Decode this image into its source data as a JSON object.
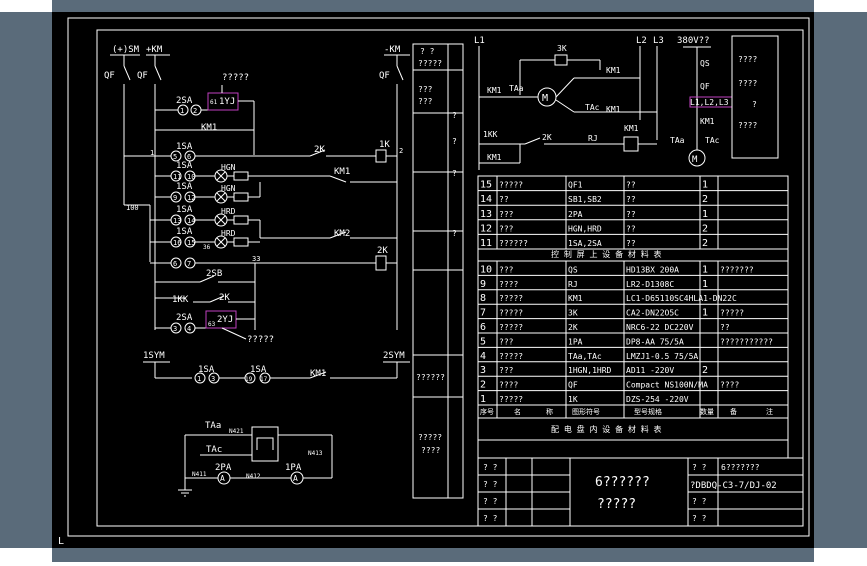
{
  "colors": {
    "background": "#000000",
    "frame_outer": "#5a6b7a",
    "line": "#ffffff",
    "highlight": "#c040c0"
  },
  "circuit": {
    "buses": [
      "(+)SM",
      "+KM",
      "-KM"
    ],
    "qf": [
      "QF",
      "QF",
      "QF"
    ],
    "q_top": "?????",
    "q_bottom": "?????",
    "sa": [
      "2SA",
      "1SA",
      "1SA",
      "1SA",
      "1SA",
      "1SA",
      "2SA"
    ],
    "terms": [
      "1",
      "2",
      "5",
      "6",
      "11",
      "10",
      "9",
      "12",
      "13",
      "14",
      "16",
      "15",
      "6",
      "7",
      "3",
      "4",
      "1",
      "3",
      "19",
      "17"
    ],
    "relays": [
      "1YJ",
      "2YJ"
    ],
    "relay_nums": [
      "61",
      "63"
    ],
    "lamps": [
      "HGN",
      "HGN",
      "HRD",
      "HRD"
    ],
    "coils": [
      "1K",
      "2K"
    ],
    "contacts": [
      "KM1",
      "KM1",
      "KM2",
      "2K",
      "2SB",
      "1KK",
      "2K",
      "KM1"
    ],
    "nums": [
      "1",
      "2",
      "100",
      "33",
      "36"
    ],
    "bot_bus": [
      "1SYM",
      "2SYM"
    ]
  },
  "meter": {
    "labels": [
      "TAa",
      "TAc",
      "2PA",
      "1PA"
    ],
    "wires": [
      "N411",
      "N421",
      "N412",
      "N413",
      "N411"
    ]
  },
  "desc_col": [
    "? ?",
    "?????",
    "???",
    "???",
    "?",
    "?",
    "?",
    "?",
    "??????",
    "?????",
    "????"
  ],
  "motor": {
    "phases": [
      "L1",
      "L2",
      "L3"
    ],
    "voltage": "380V??",
    "labels": [
      "3K",
      "KM1",
      "TAa",
      "TAc",
      "KM1",
      "KM1",
      "1KK",
      "2K",
      "RJ",
      "KM1",
      "KM1",
      "QS",
      "QF",
      "L1,L2,L3",
      "KM1",
      "TAa",
      "TAc"
    ],
    "notes": [
      "????",
      "????",
      "?",
      "????"
    ]
  },
  "control_table": {
    "rows": [
      {
        "no": "15",
        "name": "?????",
        "code": "QF1",
        "model": "??",
        "qty": "1",
        "note": ""
      },
      {
        "no": "14",
        "name": "??",
        "code": "SB1,SB2",
        "model": "??",
        "qty": "2",
        "note": ""
      },
      {
        "no": "13",
        "name": "???",
        "code": "2PA",
        "model": "??",
        "qty": "1",
        "note": ""
      },
      {
        "no": "12",
        "name": "???",
        "code": "HGN,HRD",
        "model": "??",
        "qty": "2",
        "note": ""
      },
      {
        "no": "11",
        "name": "??????",
        "code": "1SA,2SA",
        "model": "??",
        "qty": "2",
        "note": ""
      }
    ],
    "caption": "控 制 屏 上 设 备 材 料 表"
  },
  "panel_table": {
    "rows": [
      {
        "no": "10",
        "name": "???",
        "code": "QS",
        "model": "HD13BX 200A",
        "qty": "1",
        "note": "???????"
      },
      {
        "no": "9",
        "name": "????",
        "code": "RJ",
        "model": "LR2-D1308C",
        "qty": "1",
        "note": ""
      },
      {
        "no": "8",
        "name": "?????",
        "code": "KM1",
        "model": "LC1-D65110SC4HLA1-DN22C",
        "qty": "",
        "note": ""
      },
      {
        "no": "7",
        "name": "?????",
        "code": "3K",
        "model": "CA2-DN22O5C",
        "qty": "1",
        "note": "?????"
      },
      {
        "no": "6",
        "name": "?????",
        "code": "2K",
        "model": "NRC6-22 DC220V",
        "qty": "",
        "note": "??"
      },
      {
        "no": "5",
        "name": "???",
        "code": "1PA",
        "model": "DP8-AA 75/5A",
        "qty": "",
        "note": "???????????"
      },
      {
        "no": "4",
        "name": "?????",
        "code": "TAa,TAc",
        "model": "LMZJ1-0.5 75/5A",
        "qty": "",
        "note": ""
      },
      {
        "no": "3",
        "name": "???",
        "code": "1HGN,1HRD",
        "model": "AD11 -220V",
        "qty": "2",
        "note": ""
      },
      {
        "no": "2",
        "name": "????",
        "code": "QF",
        "model": "Compact NS100N/MA",
        "qty": "",
        "note": "????"
      },
      {
        "no": "1",
        "name": "?????",
        "code": "1K",
        "model": "DZS-254 -220V",
        "qty": "",
        "note": ""
      }
    ],
    "header": [
      "序号",
      "名",
      "称",
      "图形符号",
      "型号规格",
      "数量",
      "备",
      "注"
    ],
    "caption": "配 电 盘 内 设 备 材 料 表"
  },
  "title_block": {
    "left": [
      "? ?",
      "? ?",
      "? ?",
      "? ?"
    ],
    "title1": "6??????",
    "title2": "?????",
    "right_top_a": "? ?",
    "right_top_b": "6???????",
    "code": "?DBDQ-C3-7/DJ-02",
    "right_bottom": [
      "? ?",
      "? ?"
    ]
  }
}
